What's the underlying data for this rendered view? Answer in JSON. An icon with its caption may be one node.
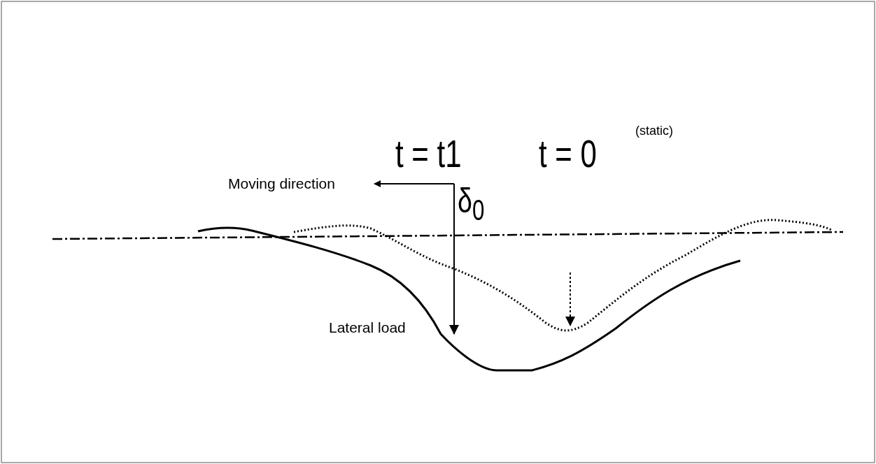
{
  "diagram": {
    "labels": [
      "t = t1",
      "t = 0",
      "(static)",
      "Moving direction",
      "δ$_{0}$",
      "Lateral load"
    ]
  }
}
